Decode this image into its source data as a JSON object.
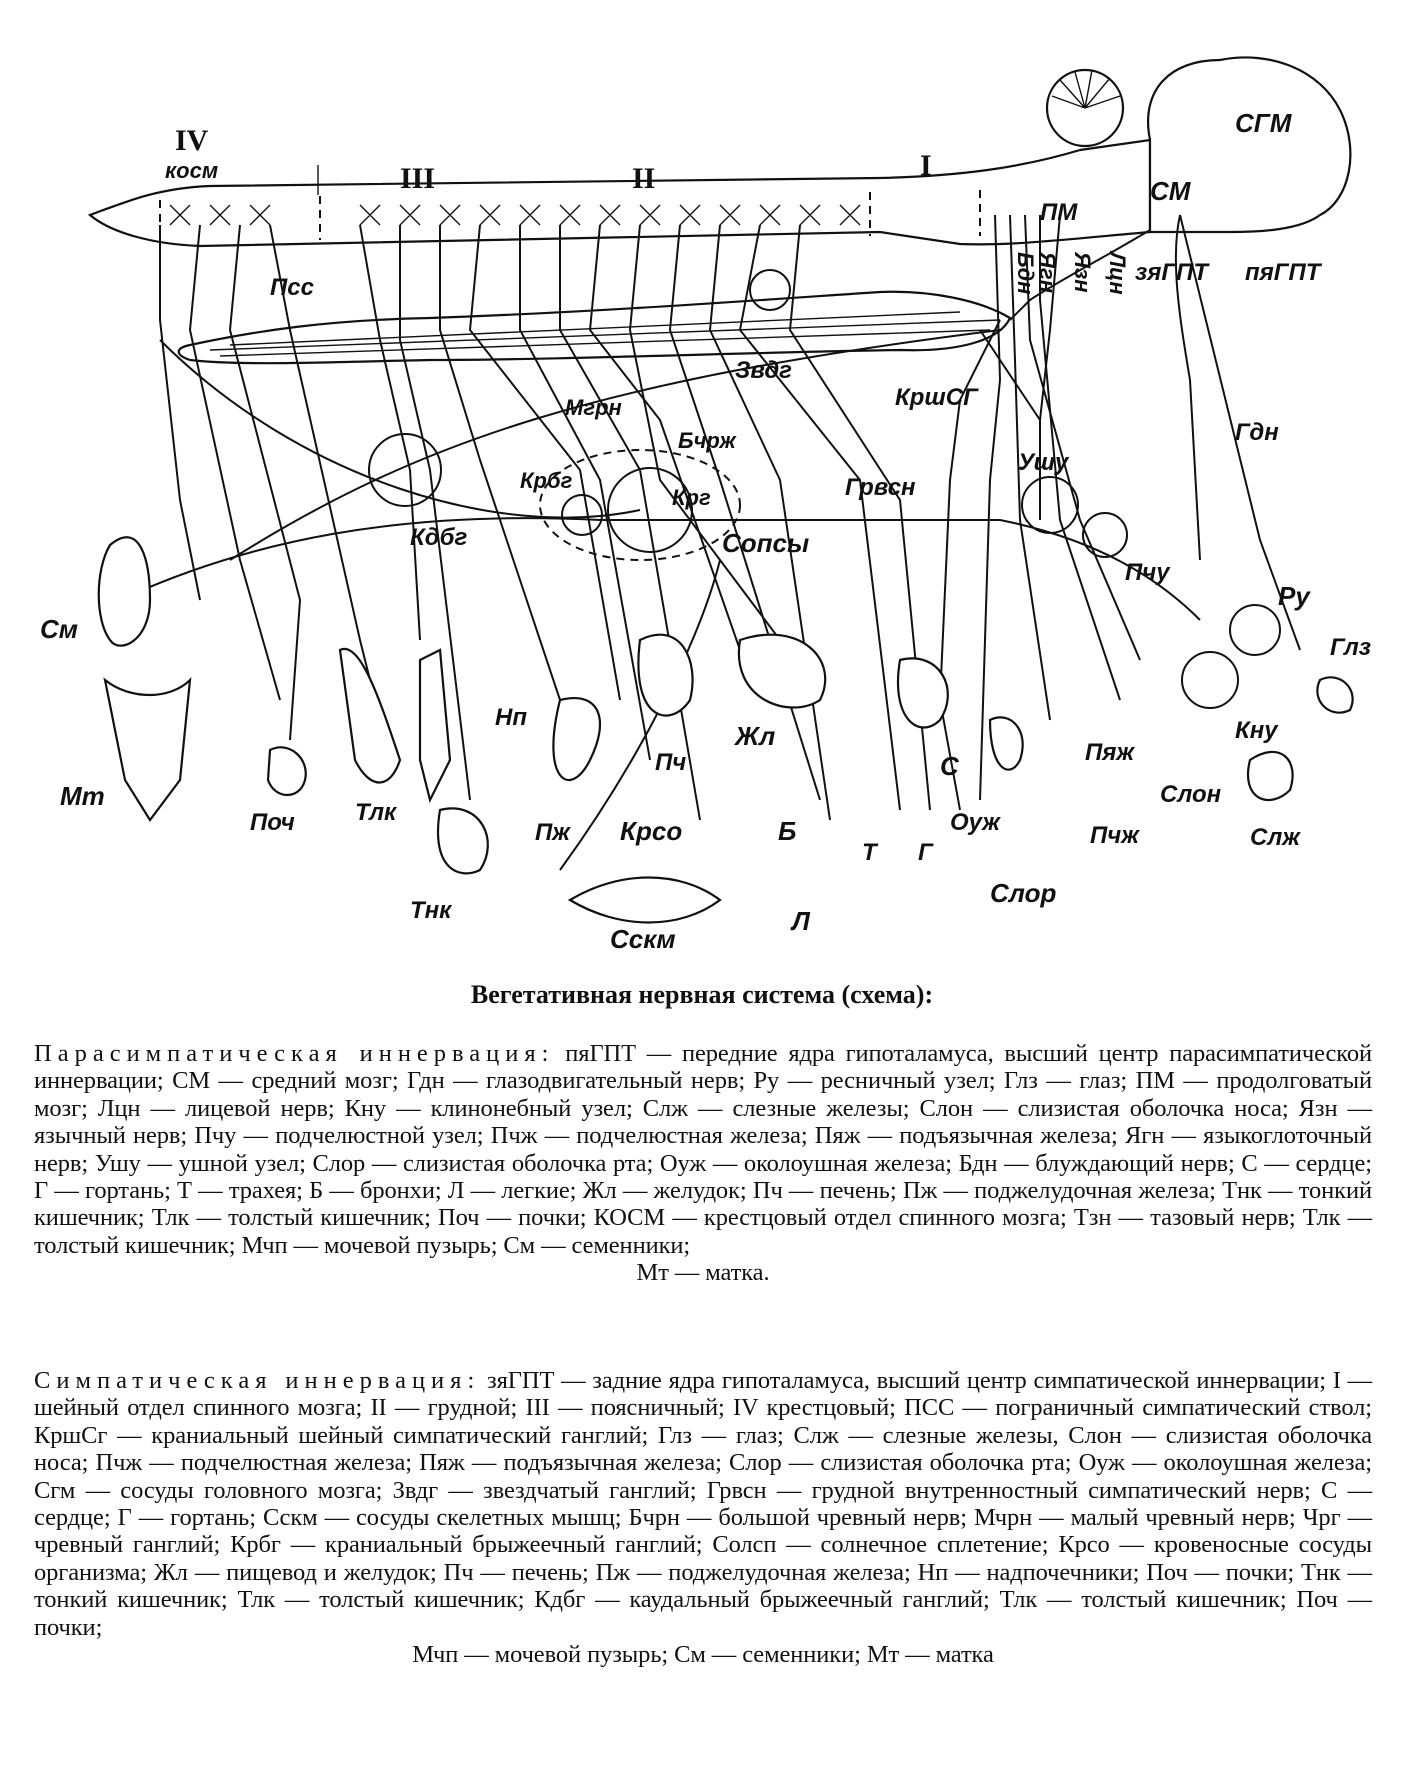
{
  "diagram": {
    "labels": {
      "IV": "IV",
      "kosm": "косм",
      "III": "III",
      "II": "II",
      "I": "I",
      "SGM": "СГМ",
      "SM": "СМ",
      "PM": "ПМ",
      "zyaGPT": "зяГПТ",
      "pyaGPT": "пяГПТ",
      "Bdn": "Бдн",
      "Yagn": "Ягн",
      "Yazn": "Язн",
      "Lcn": "Лцн",
      "Pss": "Псс",
      "Zvdg": "Звдг",
      "KrshSG": "КршСГ",
      "Mgrn": "Мгрн",
      "Bchrzh": "Бчрж",
      "Krbg": "Крбг",
      "Krg": "Крг",
      "Sopsy": "Сопсы",
      "Grvsn": "Грвсн",
      "Gdn": "Гдн",
      "Ushu": "Ушу",
      "Pchu": "Пчу",
      "Kdbg": "Кдбг",
      "Sm": "См",
      "Mt": "Мт",
      "Poch": "Поч",
      "Tlk": "Тлк",
      "Np": "Нп",
      "Pzh": "Пж",
      "Pch": "Пч",
      "Zhl": "Жл",
      "Krso": "Крсо",
      "Tnk": "Тнк",
      "Sskm": "Сскм",
      "B": "Б",
      "L": "Л",
      "T": "Т",
      "G": "Г",
      "C": "С",
      "Ouzh": "Оуж",
      "Slor": "Слор",
      "Pyazh": "Пяж",
      "Pchzh": "Пчж",
      "Slon": "Слон",
      "Slzh": "Слж",
      "Ru": "Ру",
      "Glz": "Глз",
      "Knu": "Кну"
    }
  },
  "caption": "Вегетативная нервная система (схема):",
  "legend": {
    "para_heading": "Парасимпатическая иннервация:",
    "para_text": "пяГПТ — передние ядра гипоталамуса, высший центр парасимпатической иннервации; СМ — средний мозг; Гдн — глазодвигательный нерв; Ру — ресничный узел; Глз — глаз; ПМ — продолговатый мозг; Лцн — лицевой нерв; Кну — клинонебный узел; Слж — слезные железы; Слон — слизистая оболочка носа; Язн — язычный нерв; Пчу — подчелюстной узел; Пчж — подчелюстная железа; Пяж — подъязычная железа; Ягн — языкоглоточный нерв; Ушу — ушной узел; Слор — слизистая оболочка рта; Оуж — околоушная железа; Бдн — блуждающий нерв; С — сердце; Г — гортань; Т — трахея; Б — бронхи; Л — легкие; Жл — желудок; Пч — печень; Пж — поджелудочная железа; Тнк — тонкий кишечник; Тлк — толстый кишечник; Поч — почки; КОСМ — крестцовый отдел спинного мозга; Тзн — тазовый нерв; Тлк — толстый кишечник; Мчп — мочевой пузырь; См — семенники;",
    "para_tail": "Мт — матка.",
    "symp_heading": "Симпатическая иннервация:",
    "symp_text": "зяГПТ — задние ядра гипоталамуса, высший центр симпатической иннервации; I — шейный отдел спинного мозга; II — грудной; III — поясничный; IV крестцовый; ПСС — пограничный симпатический ствол; КршСг — краниальный шейный симпатический ганглий; Глз — глаз; Слж — слезные железы, Слон — слизистая оболочка носа; Пчж — подчелюстная железа; Пяж — подъязычная железа; Слор — слизистая оболочка рта; Оуж — околоушная железа; Сгм — сосуды головного мозга; Звдг — звездчатый ганглий; Грвсн — грудной внутренностный симпатический нерв; С — сердце; Г — гортань; Сскм — сосуды скелетных мышц; Бчрн — большой чревный нерв; Мчрн — малый чревный нерв; Чрг — чревный ганглий; Крбг — краниальный брыжеечный ганглий; Солсп — солнечное сплетение; Крсо — кровеносные сосуды организма; Жл — пищевод и желудок; Пч — печень; Пж — поджелудочная железа; Нп — надпочечники; Поч — почки; Тнк — тонкий кишечник; Тлк — толстый кишечник; Кдбг — каудальный брыжеечный ганглий; Тлк — толстый кишечник; Поч — почки;",
    "symp_tail": "Мчп — мочевой пузырь; См — семенники; Мт — матка"
  }
}
